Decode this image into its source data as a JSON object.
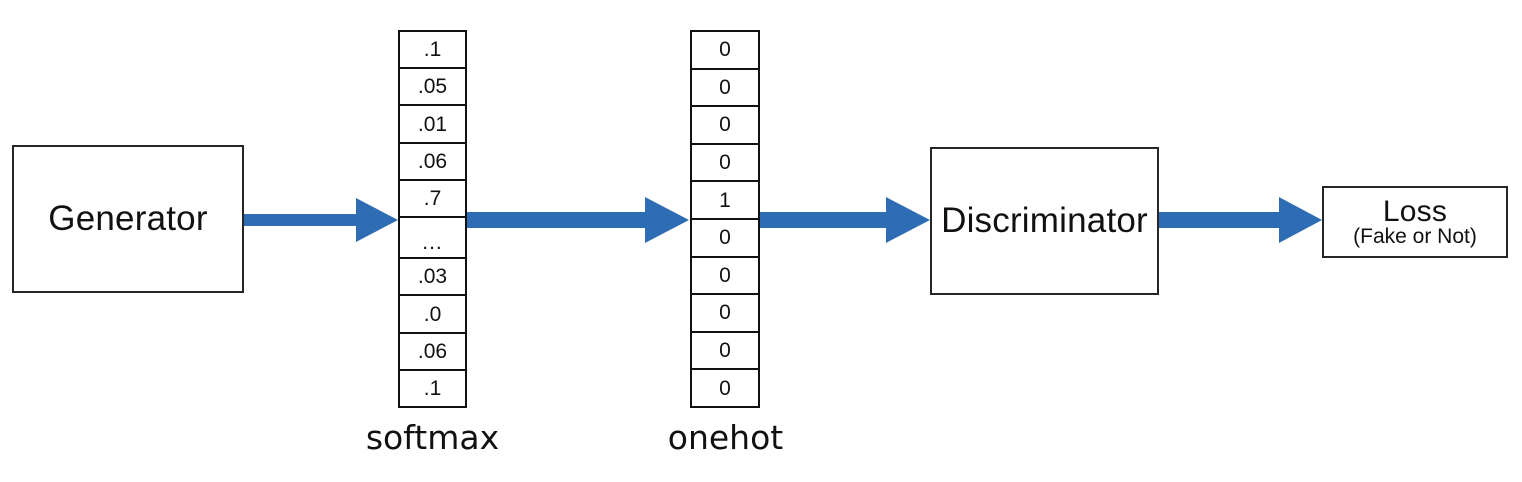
{
  "diagram": {
    "title": "GAN text generation pipeline with softmax and onehot vectors",
    "accent_color": "#2E6DB4",
    "stroke_color": "#111111"
  },
  "nodes": {
    "generator": {
      "label": "Generator"
    },
    "discriminator": {
      "label": "Discriminator"
    },
    "loss": {
      "label": "Loss",
      "sublabel": "(Fake or Not)"
    }
  },
  "vectors": {
    "softmax": {
      "caption": "softmax",
      "cells": [
        ".1",
        ".05",
        ".01",
        ".06",
        ".7",
        "...",
        ".03",
        ".0",
        ".06",
        ".1"
      ]
    },
    "onehot": {
      "caption": "onehot",
      "cells": [
        "0",
        "0",
        "0",
        "0",
        "1",
        "0",
        "0",
        "0",
        "0",
        "0"
      ]
    }
  },
  "arrows": [
    {
      "name": "generator-to-softmax",
      "from": "Generator",
      "to": "softmax"
    },
    {
      "name": "softmax-to-onehot",
      "from": "softmax",
      "to": "onehot"
    },
    {
      "name": "onehot-to-discriminator",
      "from": "onehot",
      "to": "Discriminator"
    },
    {
      "name": "discriminator-to-loss",
      "from": "Discriminator",
      "to": "Loss"
    }
  ]
}
